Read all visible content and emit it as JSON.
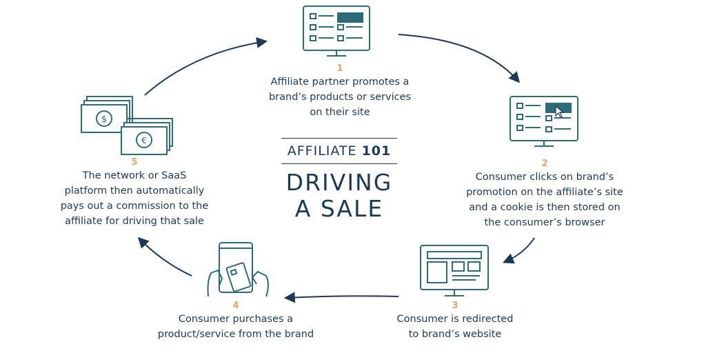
{
  "title": {
    "subtitle": "AFFILIATE",
    "subtitle_number": "101",
    "line1": "DRIVING",
    "line2": "A SALE"
  },
  "steps": [
    {
      "number": "1",
      "text": [
        "Affiliate partner promotes a",
        "brand’s products or services",
        "on their site"
      ]
    },
    {
      "number": "2",
      "text": [
        "Consumer clicks on brand’s",
        "promotion on the affiliate’s site",
        "and a cookie is then stored on",
        "the consumer’s browser"
      ]
    },
    {
      "number": "3",
      "text": [
        "Consumer is redirected",
        "to brand’s website"
      ]
    },
    {
      "number": "4",
      "text": [
        "Consumer purchases a",
        "product/service from the brand"
      ]
    },
    {
      "number": "5",
      "text": [
        "The network or SaaS",
        "platform then automatically",
        "pays out a commission to the",
        "affiliate for driving that sale"
      ]
    }
  ],
  "icons": {
    "step1": "monitor-listing-icon",
    "step2": "monitor-click-icon",
    "step3": "website-icon",
    "step4": "tablet-card-icon",
    "step5": "money-icon"
  },
  "colors": {
    "navy": "#1d3a55",
    "accent": "#e8a46b",
    "teal": "#2e6b78"
  }
}
